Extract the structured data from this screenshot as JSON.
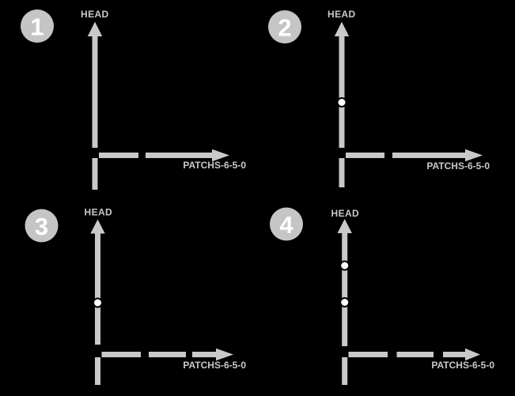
{
  "diagram": {
    "type": "git-commit-steps",
    "background_color": "#000000",
    "line_color": "#c9c9c9",
    "badge_color": "#c5c5c5",
    "badge_number_color": "#ffffff",
    "commit_dot_color": "#ffffff",
    "panels": [
      {
        "number": "1",
        "head_label": "HEAD",
        "branch_label": "PATCHS-6-5-0",
        "commits": 0
      },
      {
        "number": "2",
        "head_label": "HEAD",
        "branch_label": "PATCHS-6-5-0",
        "commits": 1
      },
      {
        "number": "3",
        "head_label": "HEAD",
        "branch_label": "PATCHS-6-5-0",
        "commits": 1
      },
      {
        "number": "4",
        "head_label": "HEAD",
        "branch_label": "PATCHS-6-5-0",
        "commits": 2
      }
    ]
  }
}
